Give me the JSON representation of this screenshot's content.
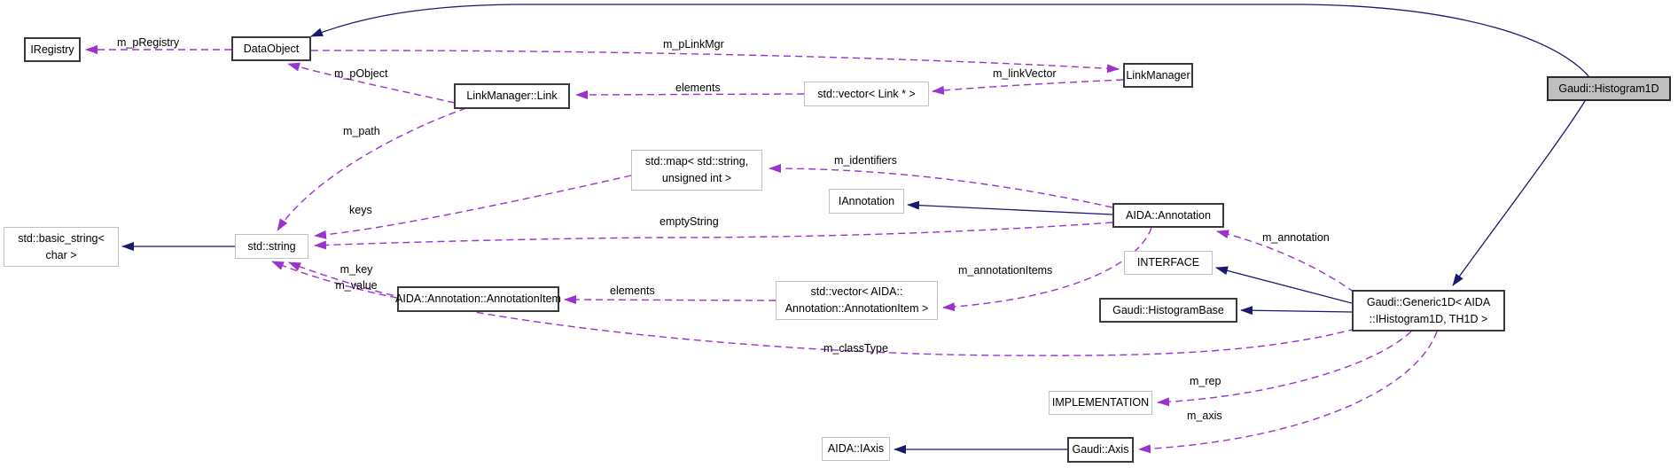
{
  "diagram": {
    "type": "class-collaboration-graph",
    "colors": {
      "inheritance_edge": "#191970",
      "usage_edge": "#9a32cd",
      "selected_node_fill": "#bfbfbf",
      "node_fill": "#ffffff"
    },
    "nodes": {
      "iregistry": {
        "label": "IRegistry"
      },
      "dataobject": {
        "label": "DataObject"
      },
      "linkmanager_link": {
        "label": "LinkManager::Link"
      },
      "vector_link": {
        "label": "std::vector< Link * >"
      },
      "linkmanager": {
        "label": "LinkManager"
      },
      "histogram1d": {
        "label": "Gaudi::Histogram1D"
      },
      "map_string_uint": {
        "label": "std::map< std::string,\nunsigned int >"
      },
      "iannotation": {
        "label": "IAnnotation"
      },
      "aida_annotation": {
        "label": "AIDA::Annotation"
      },
      "basic_string": {
        "label": "std::basic_string<\nchar >"
      },
      "std_string": {
        "label": "std::string"
      },
      "annotation_item": {
        "label": "AIDA::Annotation::AnnotationItem"
      },
      "vector_annotation_item": {
        "label": "std::vector< AIDA::\nAnnotation::AnnotationItem >"
      },
      "interface": {
        "label": "INTERFACE"
      },
      "histogram_base": {
        "label": "Gaudi::HistogramBase"
      },
      "generic1d": {
        "label": "Gaudi::Generic1D< AIDA\n::IHistogram1D, TH1D >"
      },
      "implementation": {
        "label": "IMPLEMENTATION"
      },
      "aida_iaxis": {
        "label": "AIDA::IAxis"
      },
      "gaudi_axis": {
        "label": "Gaudi::Axis"
      }
    },
    "edge_labels": {
      "m_pRegistry": "m_pRegistry",
      "m_pLinkMgr": "m_pLinkMgr",
      "m_pObject": "m_pObject",
      "m_linkVector": "m_linkVector",
      "elements_top": "elements",
      "m_path": "m_path",
      "m_identifiers": "m_identifiers",
      "keys": "keys",
      "emptyString": "emptyString",
      "m_key_m_value": "m_key\nm_value",
      "elements_bottom": "elements",
      "m_annotationItems": "m_annotationItems",
      "m_annotation": "m_annotation",
      "m_classType": "m_classType",
      "m_rep": "m_rep",
      "m_axis": "m_axis"
    }
  }
}
